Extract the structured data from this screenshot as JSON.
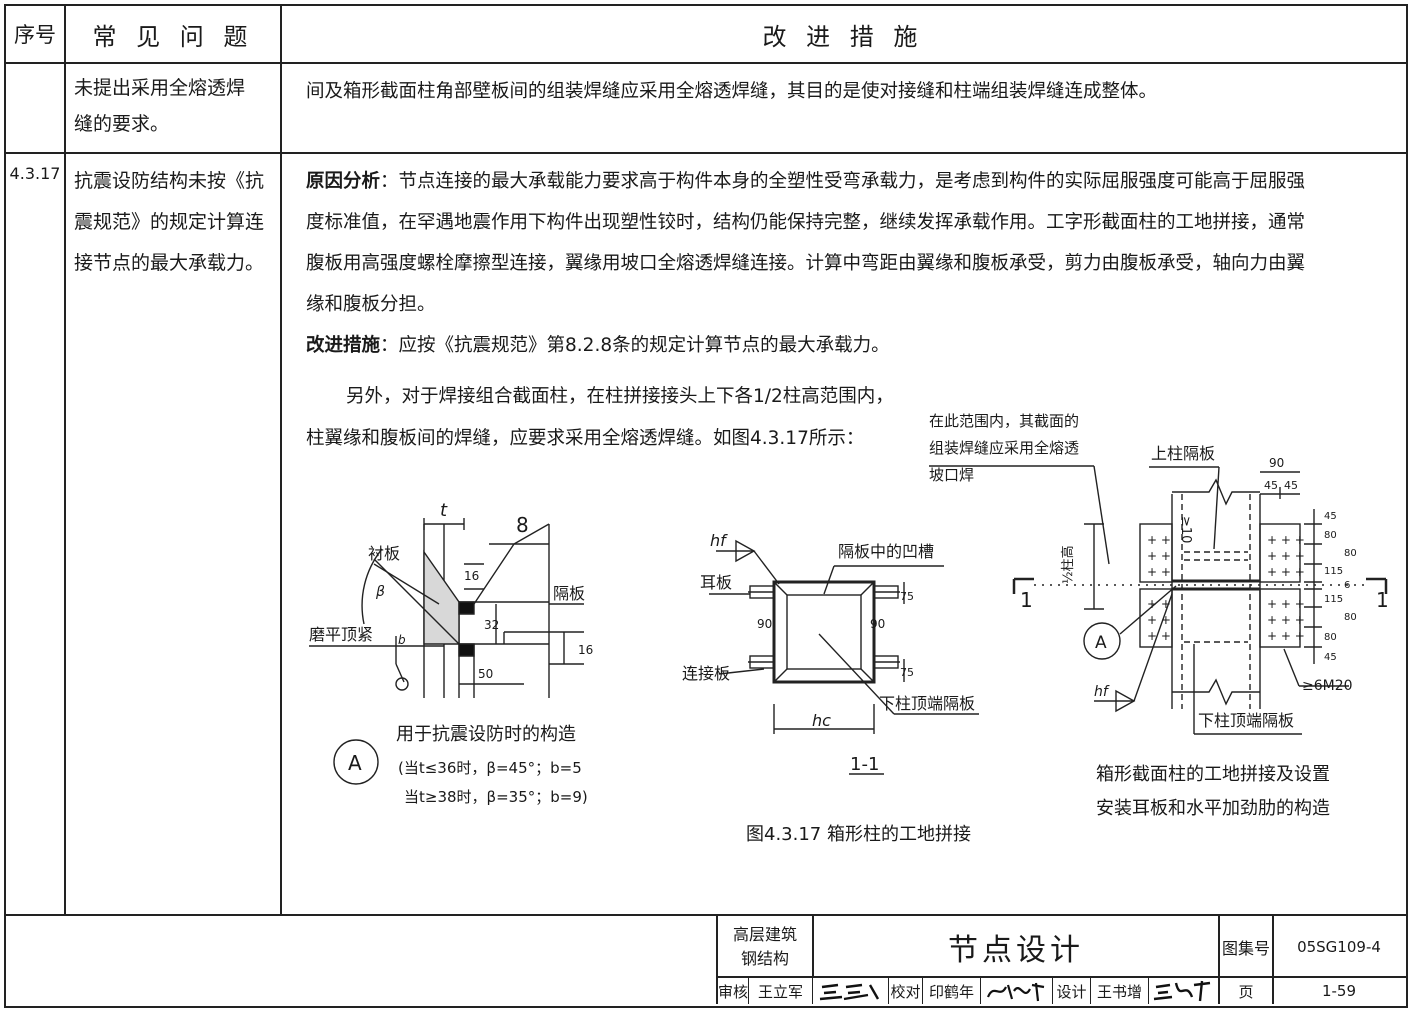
{
  "table": {
    "headers": {
      "no": "序号",
      "problem": "常 见 问 题",
      "measure": "改 进 措 施"
    },
    "rows": [
      {
        "no": "",
        "problem_lines": [
          "未提出采用全熔透焊",
          "缝的要求。"
        ],
        "measure": "间及箱形截面柱角部壁板间的组装焊缝应采用全熔透焊缝，其目的是使对接缝和柱端组装焊缝连成整体。"
      },
      {
        "no": "4.3.17",
        "problem_lines": [
          "抗震设防结构未按《抗",
          "震规范》的规定计算连",
          "接节点的最大承载力。"
        ],
        "analysis_label": "原因分析",
        "analysis_lines": [
          "：节点连接的最大承载能力要求高于构件本身的全塑性受弯承载力，是考虑到构件的实际屈服强度可能高于屈服强",
          "度标准值，在罕遇地震作用下构件出现塑性铰时，结构仍能保持完整，继续发挥承载作用。工字形截面柱的工地拼接，通常",
          "腹板用高强度螺栓摩擦型连接，翼缘用坡口全熔透焊缝连接。计算中弯距由翼缘和腹板承受，剪力由腹板承受，轴向力由翼",
          "缘和腹板分担。"
        ],
        "improve_label": "改进措施",
        "improve_text": "：应按《抗震规范》第8.2.8条的规定计算节点的最大承载力。",
        "extra_lines": [
          "另外，对于焊接组合截面柱，在柱拼接接头上下各1/2柱高范围内，",
          "柱翼缘和腹板间的焊缝，应要求采用全熔透焊缝。如图4.3.17所示："
        ]
      }
    ]
  },
  "figure": {
    "detail_a": {
      "labels": {
        "t": "t",
        "weld8": "8",
        "liner": "衬板",
        "beta": "β",
        "dim16a": "16",
        "diaphragm": "隔板",
        "dim32": "32",
        "grind": "磨平顶紧",
        "b": "b",
        "dim16b": "16",
        "dim50": "50"
      },
      "circle": "A",
      "caption": "用于抗震设防时的构造",
      "note1": "(当t≤36时，β=45°；b=5",
      "note2": "当t≥38时，β=35°；b=9)"
    },
    "section_11": {
      "labels": {
        "hf": "hf",
        "groove": "隔板中的凹槽",
        "ear": "耳板",
        "d75a": "75",
        "d90a": "90",
        "d90b": "90",
        "plate": "连接板",
        "d75b": "75",
        "bottom": "下柱顶端隔板",
        "hc": "hc"
      },
      "tag": "1-1"
    },
    "elevation": {
      "note_lines": [
        "在此范围内，其截面的",
        "组装焊缝应采用全熔透",
        "坡口焊"
      ],
      "upper": "上柱隔板",
      "d90": "90",
      "d45a": "45",
      "d45b": "45",
      "ge10": "≥10",
      "half": "½柱高",
      "right_dims": [
        "45",
        "80",
        "80",
        "115",
        "6",
        "115",
        "80",
        "80",
        "45"
      ],
      "sec_l": "1",
      "sec_r": "1",
      "circle": "A",
      "bolts": "≥6M20",
      "hf": "hf",
      "lower": "下柱顶端隔板",
      "caption_lines": [
        "箱形截面柱的工地拼接及设置",
        "安装耳板和水平加劲肋的构造"
      ]
    },
    "caption": "图4.3.17 箱形柱的工地拼接"
  },
  "title_block": {
    "category_lines": [
      "高层建筑",
      "钢结构"
    ],
    "title": "节点设计",
    "atlas_label": "图集号",
    "atlas_no": "05SG109-4",
    "review_label": "审核",
    "reviewer": "王立军",
    "check_label": "校对",
    "checker": "印鹤年",
    "design_label": "设计",
    "designer": "王书增",
    "page_label": "页",
    "page_no": "1-59"
  }
}
